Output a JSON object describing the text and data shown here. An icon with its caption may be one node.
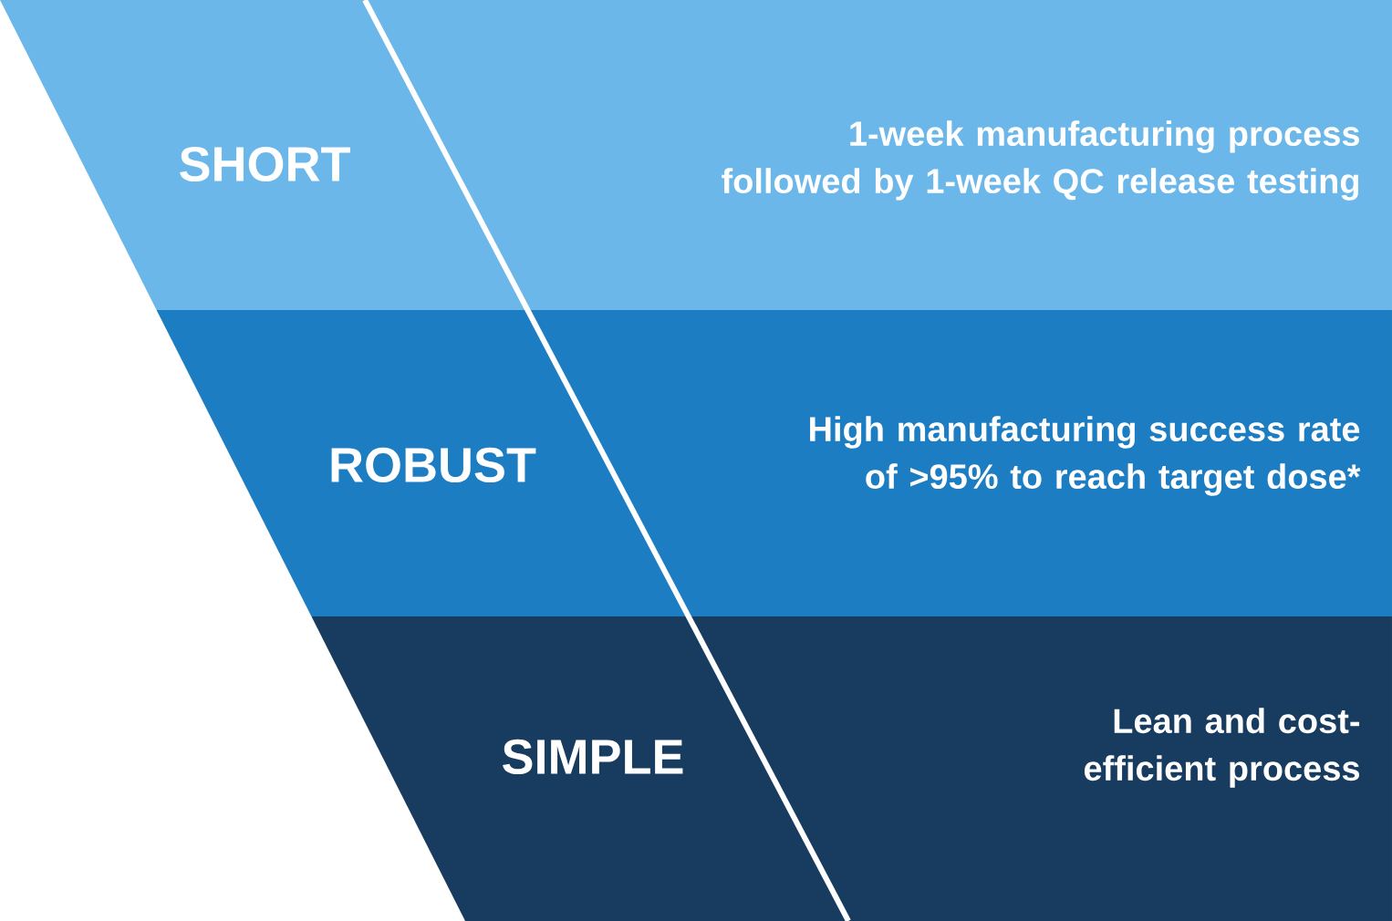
{
  "diagram": {
    "nodes": [
      {
        "text": [
          "SHORT",
          "1-week manufacturing process followed by 1-week QC release testing"
        ]
      },
      {
        "text": [
          "ROBUST",
          "High manufacturing success rate of >95% to reach target dose*"
        ]
      },
      {
        "text": [
          "SIMPLE",
          "Lean and cost-efficient process"
        ]
      }
    ]
  }
}
